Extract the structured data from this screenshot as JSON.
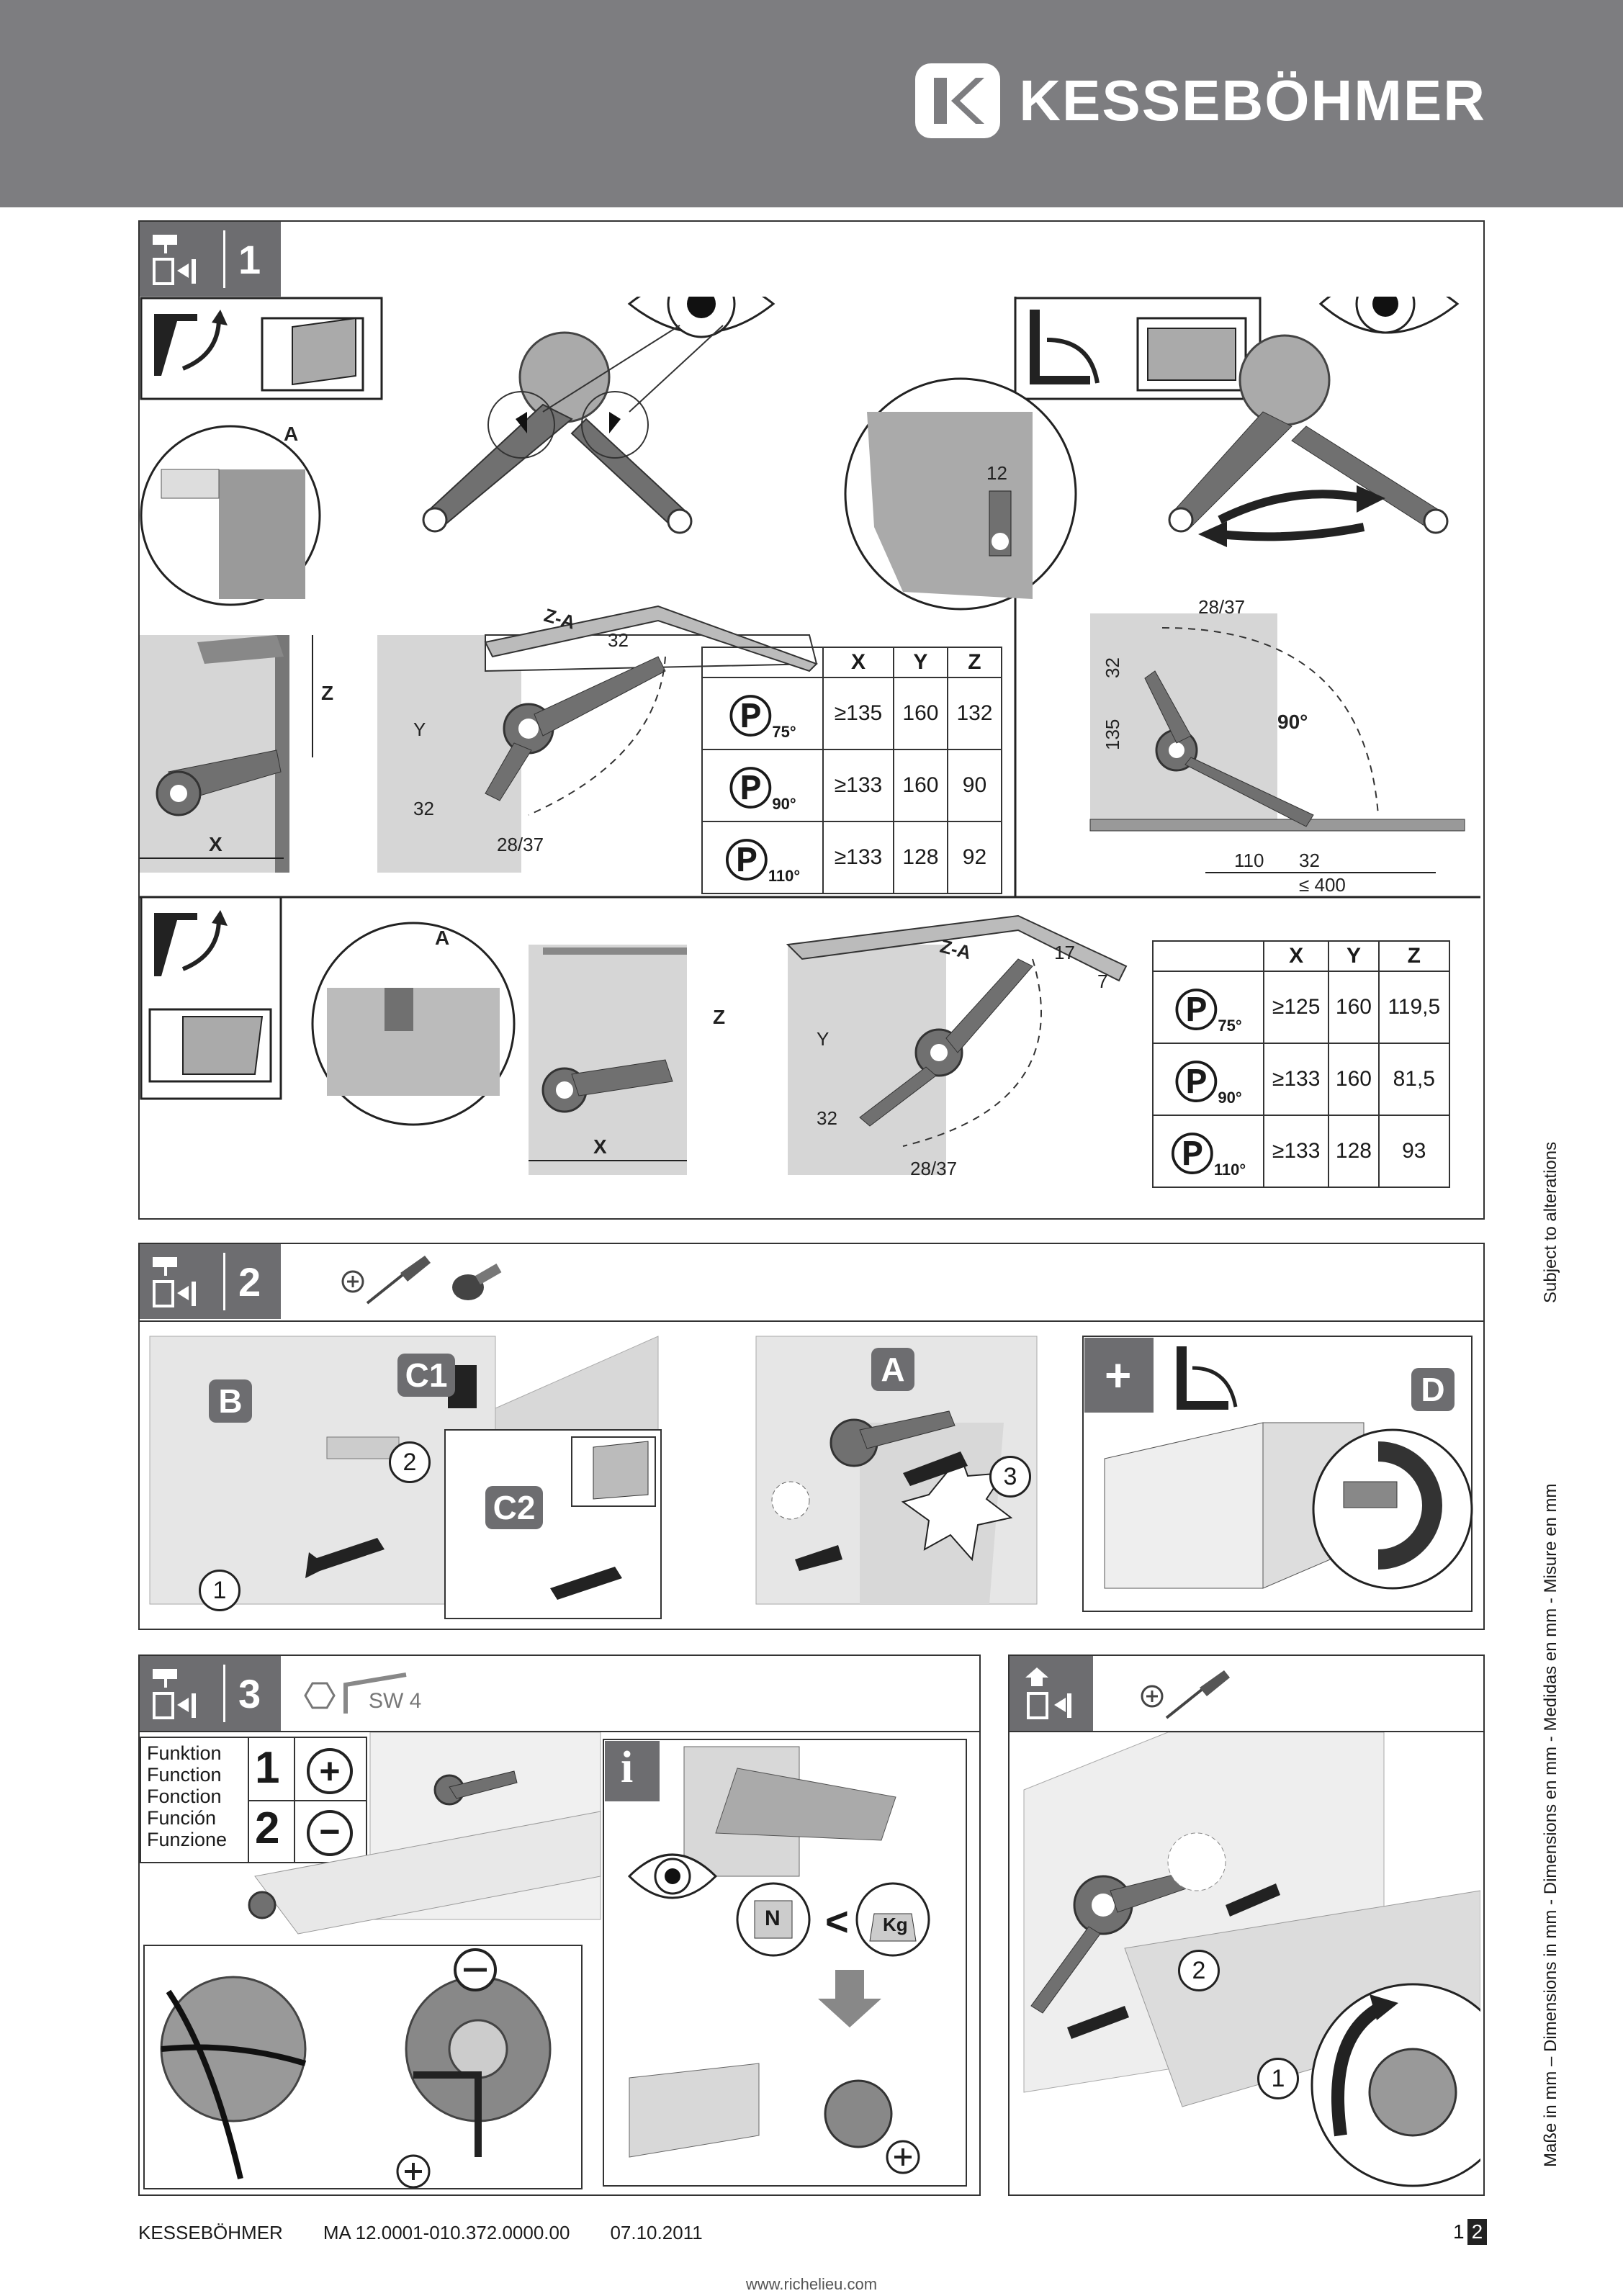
{
  "brand": {
    "name": "KESSEBÖHMER",
    "logo_letter": "K"
  },
  "steps": {
    "s1": "1",
    "s2": "2",
    "s3": "3"
  },
  "table1": {
    "headers": [
      "X",
      "Y",
      "Z"
    ],
    "rows": [
      {
        "angle": "75°",
        "x": "≥135",
        "y": "160",
        "z": "132"
      },
      {
        "angle": "90°",
        "x": "≥133",
        "y": "160",
        "z": "90"
      },
      {
        "angle": "110°",
        "x": "≥133",
        "y": "128",
        "z": "92"
      }
    ]
  },
  "table2": {
    "headers": [
      "X",
      "Y",
      "Z"
    ],
    "rows": [
      {
        "angle": "75°",
        "x": "≥125",
        "y": "160",
        "z": "119,5"
      },
      {
        "angle": "90°",
        "x": "≥133",
        "y": "160",
        "z": "81,5"
      },
      {
        "angle": "110°",
        "x": "≥133",
        "y": "128",
        "z": "93"
      }
    ]
  },
  "dims": {
    "a": "A",
    "z": "Z",
    "x": "X",
    "y": "Y",
    "za": "Z-A",
    "d12": "12",
    "d32": "32",
    "d2837": "28/37",
    "d17": "17",
    "d7": "7",
    "deg90": "90°",
    "d135": "135",
    "d110": "110",
    "d400": "≤ 400"
  },
  "step2": {
    "b": "B",
    "c1": "C1",
    "c2": "C2",
    "a": "A",
    "d": "D",
    "n1": "1",
    "n2": "2",
    "n3": "3",
    "plus": "+"
  },
  "step3": {
    "tool": "SW 4",
    "legend_words": [
      "Funktion",
      "Function",
      "Fonction",
      "Función",
      "Funzione"
    ],
    "legend_1": "1",
    "legend_2": "2",
    "info": "i",
    "n_label": "N",
    "lt": "<",
    "kg_label": "Kg"
  },
  "step4": {
    "n1": "1",
    "n2": "2"
  },
  "side_texts": {
    "alterations": "Subject to alterations",
    "dimensions": "Maße in mm – Dimensions in mm - Dimensions en mm - Medidas en mm - Misure en mm"
  },
  "footer": {
    "company": "KESSEBÖHMER",
    "doc_number": "MA 12.0001-010.372.0000.00",
    "date": "07.10.2011",
    "page1": "1",
    "page2": "2",
    "website": "www.richelieu.com"
  },
  "colors": {
    "header_gray": "#7d7d80",
    "step_gray": "#6d6d70",
    "part_gray": "#707070"
  }
}
